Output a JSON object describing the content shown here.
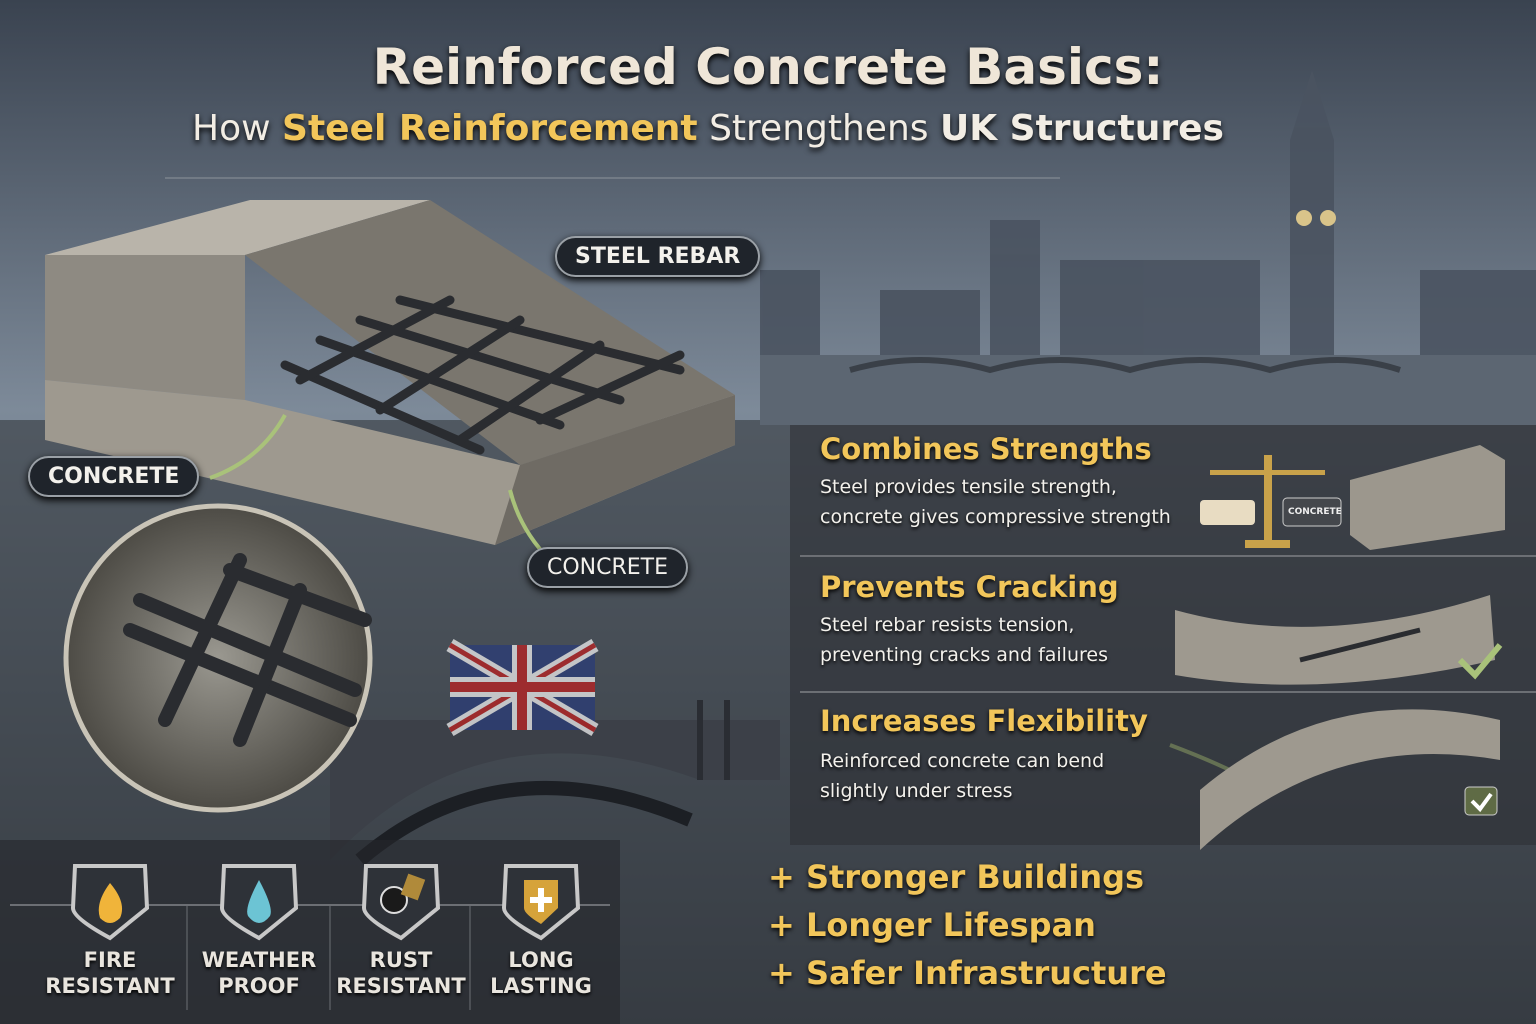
{
  "title": {
    "line1": "Reinforced Concrete Basics:",
    "line2_parts": [
      "How ",
      "Steel Reinforcement",
      " Strengthens ",
      "UK Structures"
    ]
  },
  "callouts": {
    "steel_rebar": "STEEL REBAR",
    "concrete_left": "CONCRETE",
    "concrete_center": "CONCRETE"
  },
  "features": [
    {
      "heading": "Combines Strengths",
      "lines": [
        "Steel provides tensile strength,",
        "concrete gives compressive strength"
      ],
      "scale_tag": "CONCRETE"
    },
    {
      "heading": "Prevents Cracking",
      "lines": [
        "Steel rebar resists tension,",
        "preventing cracks and failures"
      ]
    },
    {
      "heading": "Increases Flexibility",
      "lines": [
        "Reinforced concrete can bend",
        "slightly under stress"
      ]
    }
  ],
  "benefits": [
    "+ Stronger Buildings",
    "+ Longer Lifespan",
    "+ Safer Infrastructure"
  ],
  "properties": [
    {
      "icon": "fire-icon",
      "line1": "FIRE",
      "line2": "RESISTANT"
    },
    {
      "icon": "water-drop-icon",
      "line1": "WEATHER",
      "line2": "PROOF"
    },
    {
      "icon": "gauge-icon",
      "line1": "RUST",
      "line2": "RESISTANT"
    },
    {
      "icon": "shield-cross-icon",
      "line1": "LONG",
      "line2": "LASTING"
    }
  ],
  "colors": {
    "accent": "#f2c65a",
    "text": "#f3f1ec",
    "background": "#2b2f36"
  }
}
